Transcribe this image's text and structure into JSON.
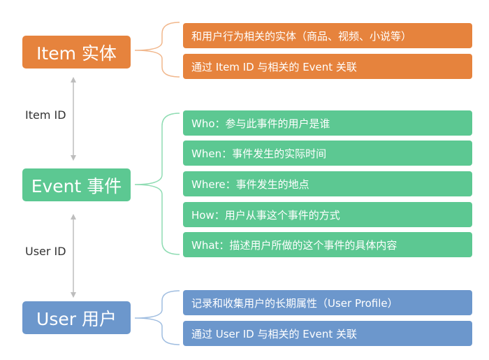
{
  "colors": {
    "item": "#e6833d",
    "event": "#5cc892",
    "user": "#6c97cc",
    "arrow": "#bdbdbd"
  },
  "nodes": {
    "item": {
      "label": "Item 实体"
    },
    "event": {
      "label": "Event 事件"
    },
    "user": {
      "label": "User 用户"
    }
  },
  "links": {
    "item_event": "Item ID",
    "event_user": "User ID"
  },
  "item_details": [
    "和用户行为相关的实体（商品、视频、小说等）",
    "通过 Item ID 与相关的 Event 关联"
  ],
  "event_details": [
    "Who：参与此事件的用户是谁",
    "When：事件发生的实际时间",
    "Where：事件发生的地点",
    "How：用户从事这个事件的方式",
    "What：描述用户所做的这个事件的具体内容"
  ],
  "user_details": [
    "记录和收集用户的长期属性（User Profile）",
    "通过 User ID 与相关的 Event 关联"
  ]
}
